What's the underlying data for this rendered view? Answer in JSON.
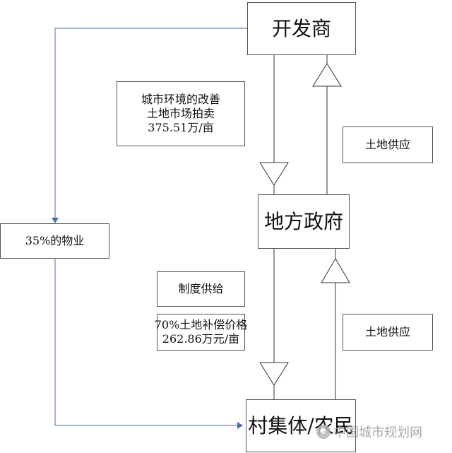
{
  "nodes": {
    "developer": "开发商",
    "local_government": "地方政府",
    "village_collective": "村集体/农民",
    "property_35": "35%的物业"
  },
  "labels": {
    "urban_improvement": [
      "城市环境的改善",
      "土地市场拍卖",
      "375.51万/亩"
    ],
    "land_supply_top": "土地供应",
    "land_supply_bottom": "土地供应",
    "institutional_supply": "制度供给",
    "compensation": [
      "70%土地补偿价格",
      "262.86万元/亩"
    ]
  },
  "colors": {
    "flow_line": "#4a6fa5",
    "main_line": "#333333"
  },
  "watermark": {
    "text": "中国城市规划网",
    "icon": "wechat-logo-icon"
  }
}
